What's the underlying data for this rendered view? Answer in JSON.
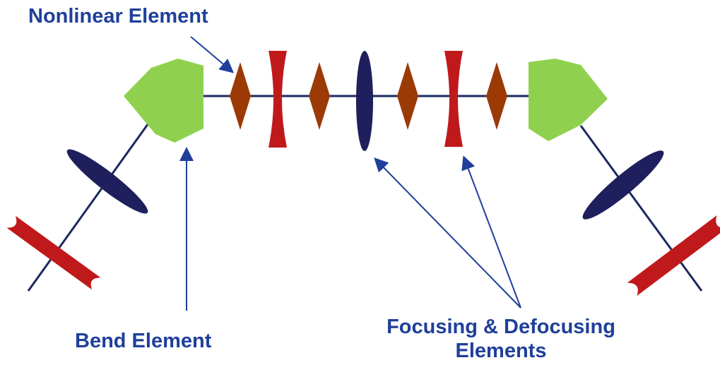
{
  "labels": {
    "nonlinear": "Nonlinear Element",
    "bend": "Bend Element",
    "focusing_line1": "Focusing & Defocusing",
    "focusing_line2": "Elements"
  },
  "colors": {
    "beamline": "#1b2a5e",
    "bend_element": "#8fd14f",
    "nonlinear_element": "#9c3a06",
    "defocusing_lens": "#c0191c",
    "focusing_lens": "#1e1f5c",
    "arrow": "#1f3f9a",
    "label_text": "#1f3f9a"
  },
  "icons": {
    "bend": "green-pentagon-icon",
    "nonlinear": "brown-diamond-icon",
    "defocusing": "red-concave-lens-icon",
    "focusing": "navy-ellipse-lens-icon"
  }
}
